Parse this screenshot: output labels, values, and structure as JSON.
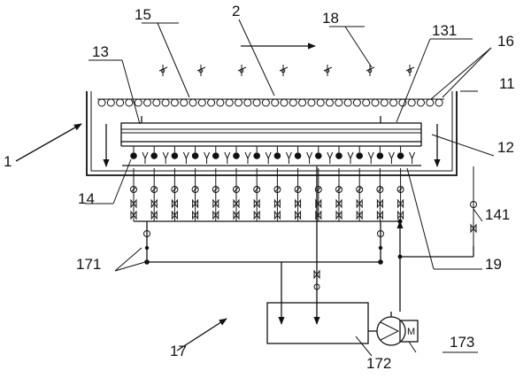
{
  "labels": {
    "l1": "1",
    "l2": "2",
    "l11": "11",
    "l12": "12",
    "l13": "13",
    "l14": "14",
    "l15": "15",
    "l16": "16",
    "l17": "17",
    "l18": "18",
    "l19": "19",
    "l131": "131",
    "l141": "141",
    "l171": "171",
    "l172": "172",
    "l173": "173"
  },
  "motor_symbol": "M"
}
